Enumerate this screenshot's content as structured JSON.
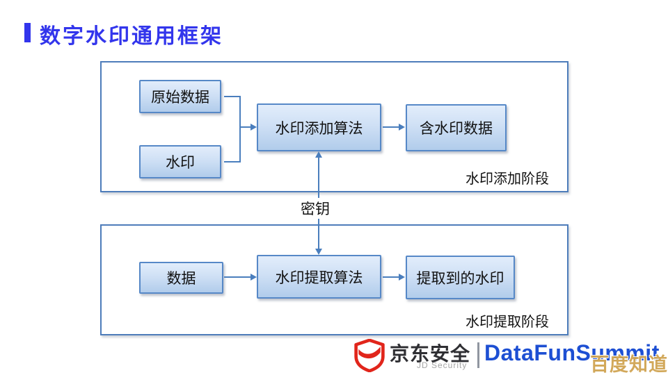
{
  "slide": {
    "title": "数字水印通用框架"
  },
  "diagram": {
    "add_phase": {
      "label": "水印添加阶段",
      "nodes": {
        "original_data": "原始数据",
        "watermark": "水印",
        "embed_algorithm": "水印添加算法",
        "watermarked_data": "含水印数据"
      }
    },
    "key_label": "密钥",
    "extract_phase": {
      "label": "水印提取阶段",
      "nodes": {
        "data": "数据",
        "extract_algorithm": "水印提取算法",
        "extracted_watermark": "提取到的水印"
      }
    }
  },
  "footer": {
    "jd_security": {
      "name": "京东安全",
      "subtitle": "JD Security"
    },
    "datafun_summit": "DataFunSummit",
    "site_watermark": "百度知道"
  },
  "colors": {
    "title_blue": "#3235ec",
    "container_border": "#4d7cba",
    "node_border": "#5688c7",
    "node_fill_top": "#e2edfb",
    "node_fill_bottom": "#b1cceb",
    "connector": "#4a7ebd",
    "jd_red": "#e1251b",
    "datafun_blue": "#1d4fd3",
    "watermark_gold": "#d0a452"
  }
}
